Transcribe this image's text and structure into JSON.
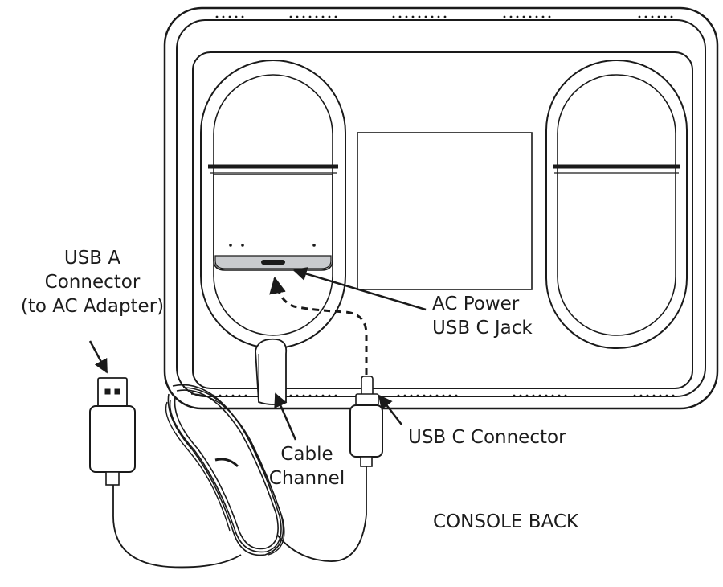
{
  "labels": {
    "usb_a": [
      "USB A",
      "Connector",
      "(to AC Adapter)"
    ],
    "ac_power": [
      "AC Power",
      "USB C Jack"
    ],
    "usb_c_connector": "USB C Connector",
    "cable_channel": [
      "Cable",
      "Channel"
    ],
    "console_back": "CONSOLE BACK"
  },
  "colors": {
    "line": "#1a1a1a",
    "jack_fill": "#c9cbce",
    "background": "#ffffff"
  }
}
